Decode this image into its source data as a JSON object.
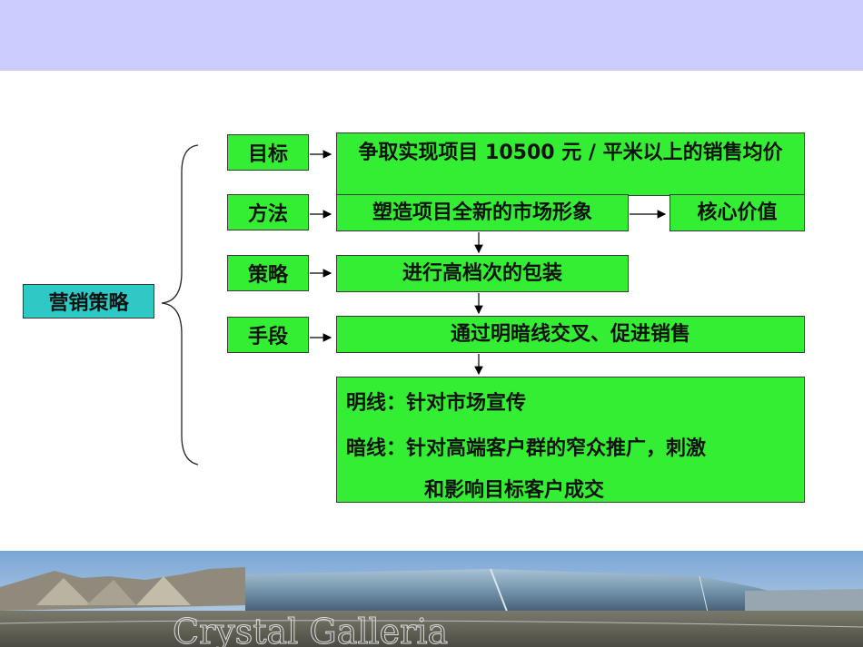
{
  "root": {
    "label": "营销策略"
  },
  "rows": {
    "goal": {
      "label": "目标",
      "text": "争取实现项目 10500 元 / 平米以上的销售均价"
    },
    "method": {
      "label": "方法",
      "text": "塑造项目全新的市场形象",
      "side": "核心价值"
    },
    "strategy": {
      "label": "策略",
      "text": "进行高档次的包装"
    },
    "means": {
      "label": "手段",
      "text": "通过明暗线交叉、促进销售"
    }
  },
  "detail": {
    "line1": "明线：针对市场宣传",
    "line2": "暗线：针对高端客户群的窄众推广，刺激",
    "line3": "和影响目标客户成交"
  },
  "footer": {
    "watermark": "Crystal Galleria"
  },
  "colors": {
    "header": "#ccccfe",
    "box": "#33ee33",
    "root": "#2ec9c4"
  }
}
